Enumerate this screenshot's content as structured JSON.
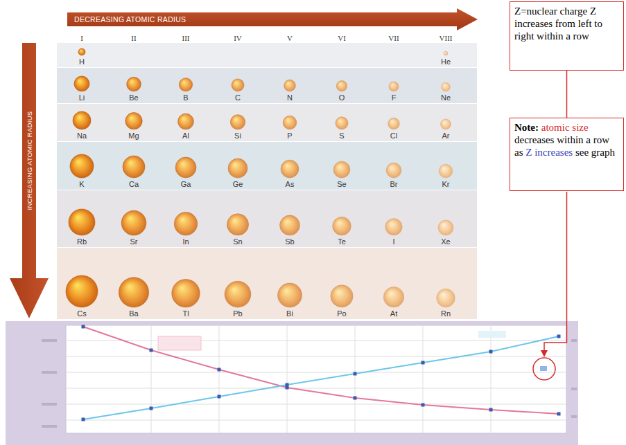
{
  "diagram": {
    "nodes": [
      {
        "text": [
          "DECREASING ATOMIC RADIUS"
        ]
      },
      {
        "text": [
          "INCREASING ATOMIC RADIUS"
        ]
      },
      {
        "text": [
          "Z=nuclear charge Z increases from left to right within a row"
        ]
      },
      {
        "text": [
          "Note:",
          "atomic size",
          "decreases within a row as",
          "Z increases",
          "see graph"
        ]
      }
    ],
    "edges": [
      {
        "from": 2,
        "to": 3,
        "arrow": "none"
      }
    ],
    "labels": [
      "I",
      "II",
      "III",
      "IV",
      "V",
      "VI",
      "VII",
      "VIII",
      "H",
      "He",
      "Li",
      "Be",
      "B",
      "C",
      "N",
      "O",
      "F",
      "Ne",
      "Na",
      "Mg",
      "Al",
      "Si",
      "P",
      "S",
      "Cl",
      "Ar",
      "K",
      "Ca",
      "Ga",
      "Ge",
      "As",
      "Se",
      "Br",
      "Kr",
      "Rb",
      "Sr",
      "In",
      "Sn",
      "Sb",
      "Te",
      "I",
      "Xe",
      "Cs",
      "Ba",
      "Tl",
      "Pb",
      "Bi",
      "Po",
      "At",
      "Rn"
    ]
  }
}
